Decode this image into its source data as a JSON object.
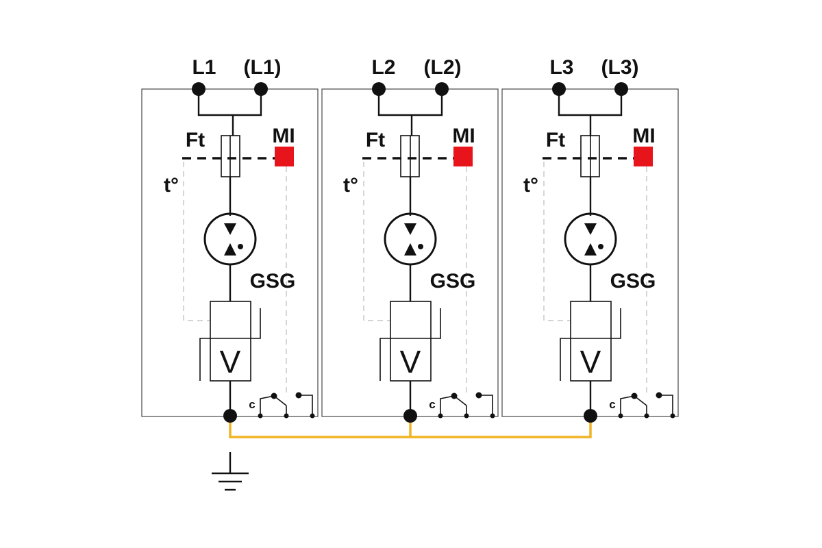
{
  "modules": [
    {
      "line_label": "L1",
      "alt_line_label": "(L1)",
      "fuse_label": "Ft",
      "indicator_label": "MI",
      "thermal_label": "t°",
      "gap_label": "GSG",
      "varistor_label": "V",
      "contact_label": "c"
    },
    {
      "line_label": "L2",
      "alt_line_label": "(L2)",
      "fuse_label": "Ft",
      "indicator_label": "MI",
      "thermal_label": "t°",
      "gap_label": "GSG",
      "varistor_label": "V",
      "contact_label": "c"
    },
    {
      "line_label": "L3",
      "alt_line_label": "(L3)",
      "fuse_label": "Ft",
      "indicator_label": "MI",
      "thermal_label": "t°",
      "gap_label": "GSG",
      "varistor_label": "V",
      "contact_label": "c"
    }
  ],
  "colors": {
    "indicator": "#e8141b",
    "bus": "#f0b323",
    "wire": "#111111",
    "frame": "#555555"
  },
  "icons": {
    "ground": "ground-icon"
  }
}
